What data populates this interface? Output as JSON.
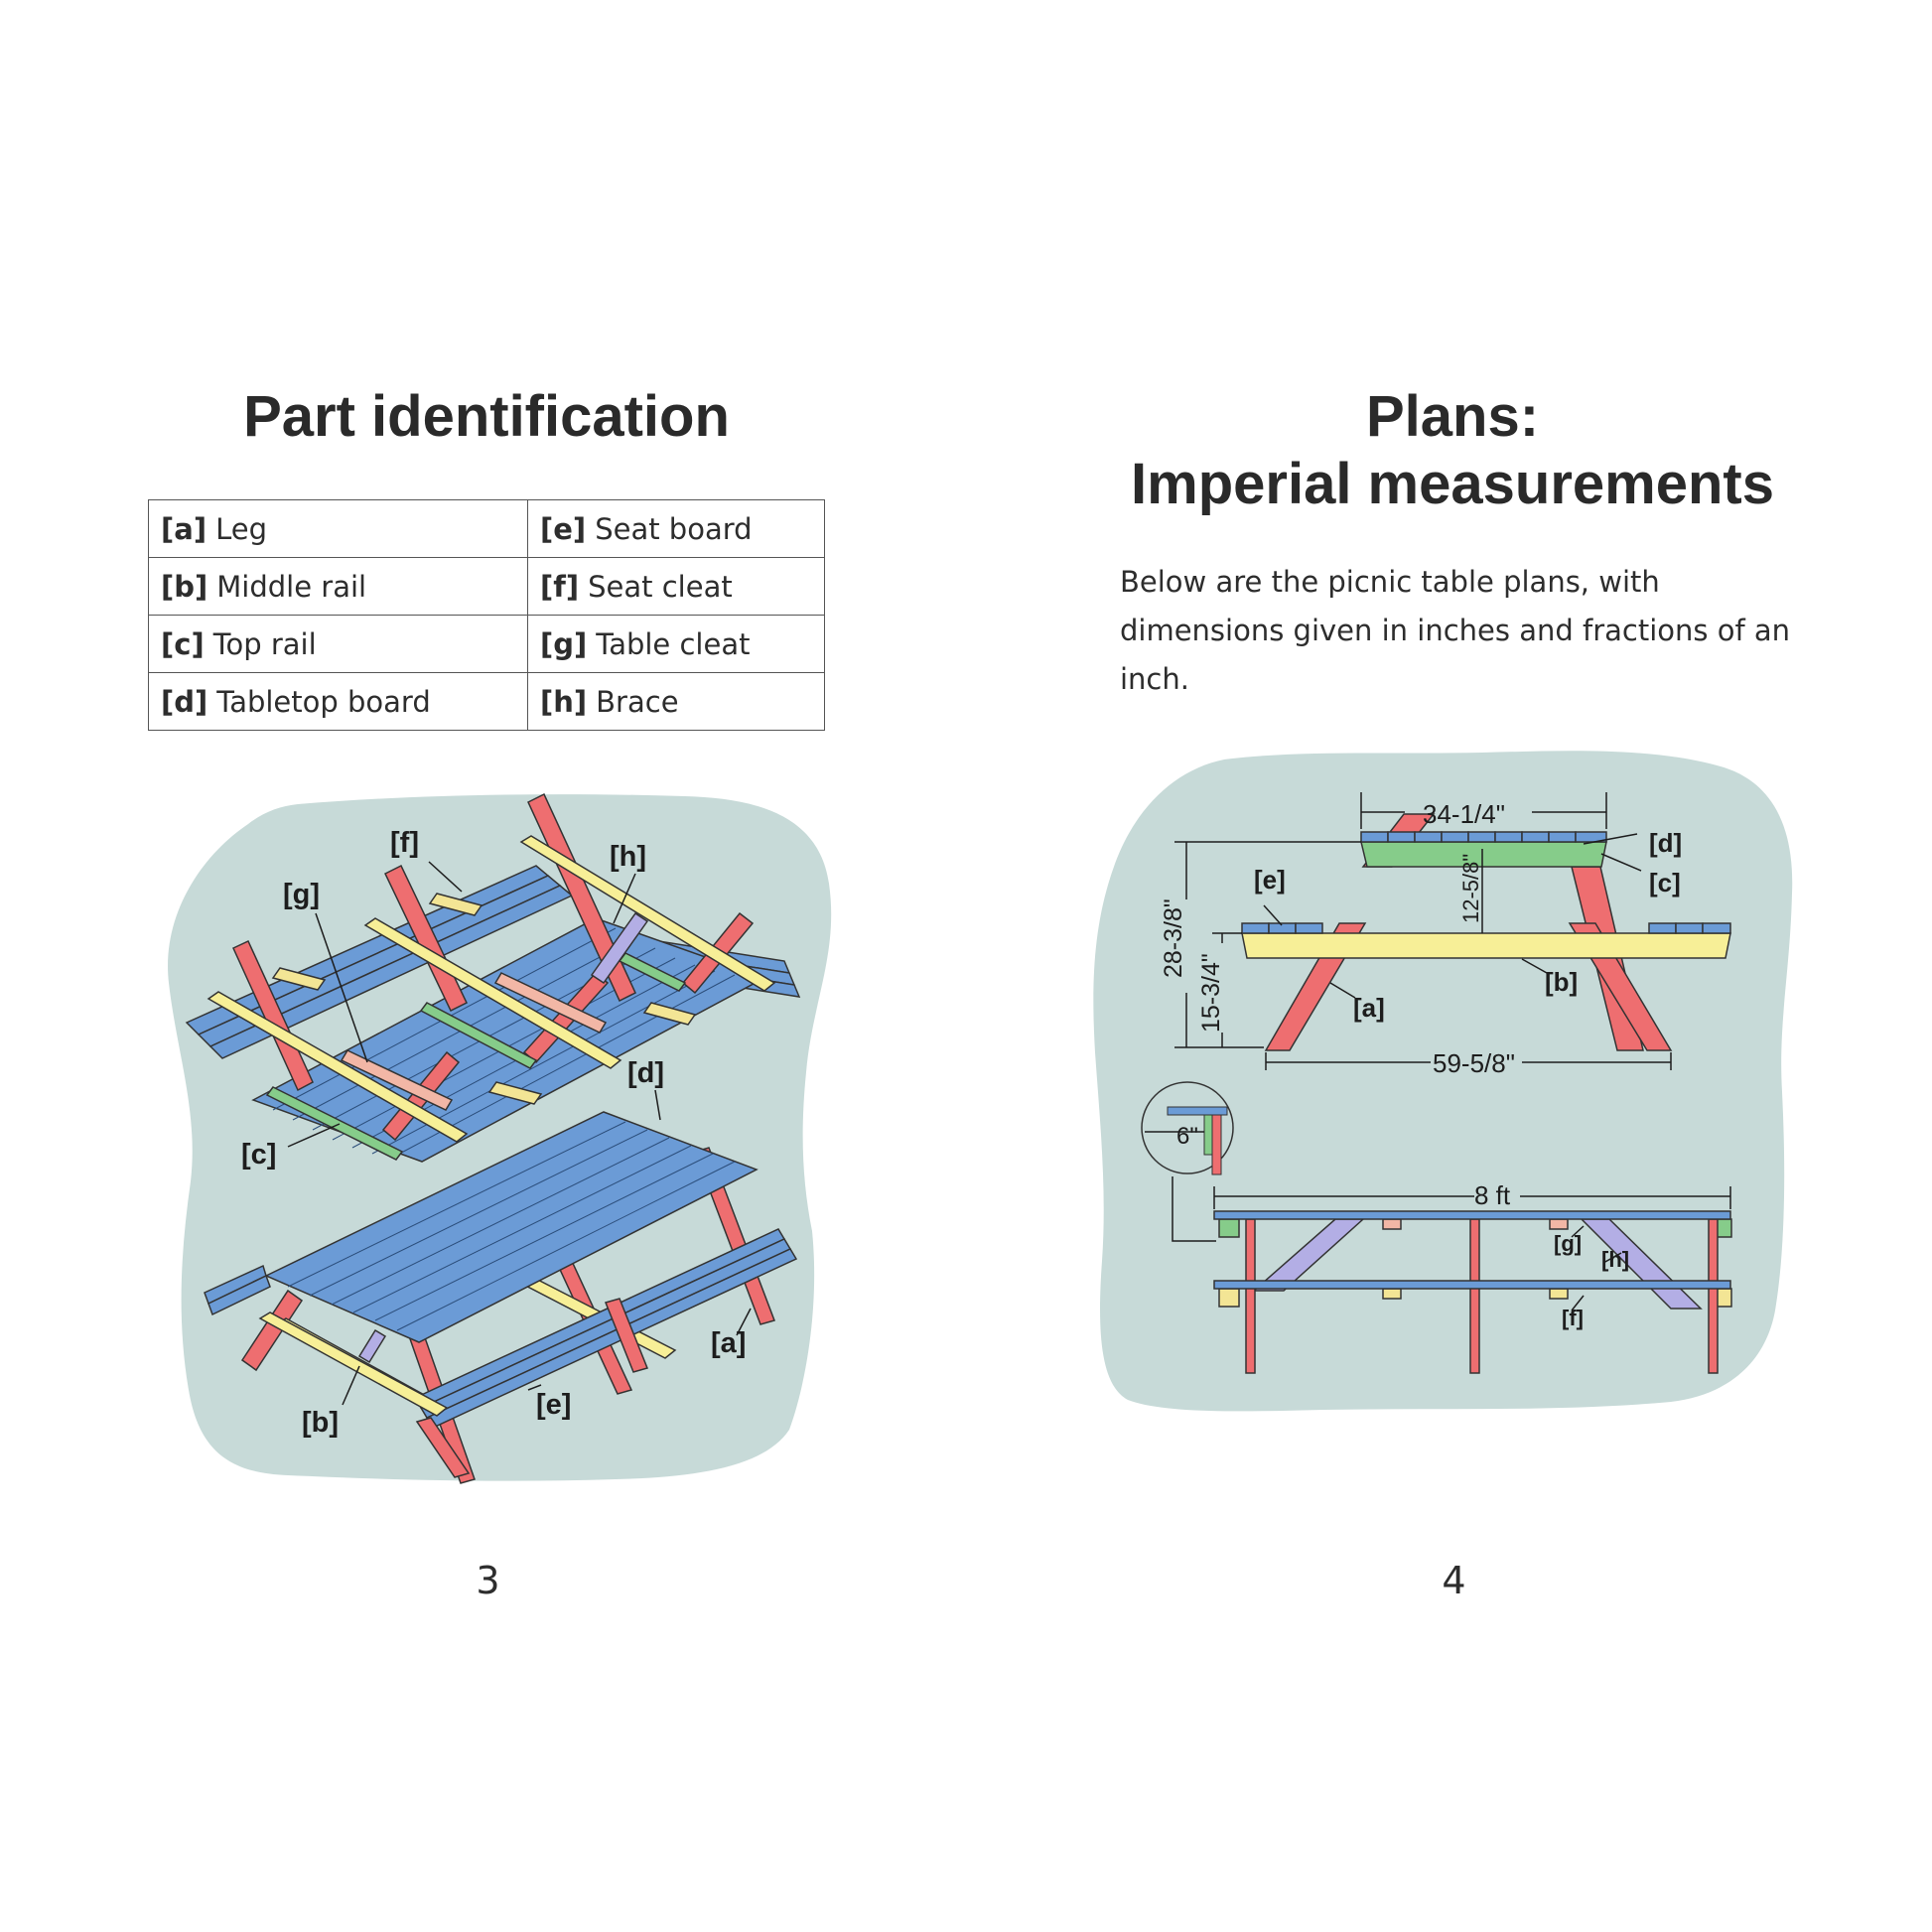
{
  "left_page": {
    "title": "Part identification",
    "parts_table": [
      {
        "left_code": "[a]",
        "left_label": "Leg",
        "right_code": "[e]",
        "right_label": "Seat board"
      },
      {
        "left_code": "[b]",
        "left_label": "Middle rail",
        "right_code": "[f]",
        "right_label": "Seat cleat"
      },
      {
        "left_code": "[c]",
        "left_label": "Top rail",
        "right_code": "[g]",
        "right_label": "Table cleat"
      },
      {
        "left_code": "[d]",
        "left_label": "Tabletop board",
        "right_code": "[h]",
        "right_label": "Brace"
      }
    ],
    "diagram_labels": {
      "f": "[f]",
      "h": "[h]",
      "g": "[g]",
      "c": "[c]",
      "d": "[d]",
      "a": "[a]",
      "e": "[e]",
      "b": "[b]"
    },
    "page_number": "3"
  },
  "right_page": {
    "title_line1": "Plans:",
    "title_line2": "Imperial measurements",
    "intro": "Below are the picnic table plans, with dimensions given in inches and fractions of an inch.",
    "front_view": {
      "top_width": "34-1/4\"",
      "total_height": "28-3/8\"",
      "seat_height": "15-3/4\"",
      "top_to_seat": "12-5/8\"",
      "base_width": "59-5/8\"",
      "labels": {
        "d": "[d]",
        "c": "[c]",
        "e": "[e]",
        "b": "[b]",
        "a": "[a]"
      }
    },
    "side_view": {
      "length": "8 ft",
      "detail_dim": "6\"",
      "labels": {
        "g": "[g]",
        "h": "[h]",
        "f": "[f]"
      }
    },
    "page_number": "4"
  },
  "colors": {
    "background_blob": "#c7dad8",
    "leg": "#ee6e70",
    "middle_rail": "#f7ef97",
    "top_rail": "#86cc8a",
    "board": "#6b9bd6",
    "seat_cleat": "#f3e595",
    "table_cleat": "#f2b7a6",
    "brace": "#b3aee5"
  }
}
